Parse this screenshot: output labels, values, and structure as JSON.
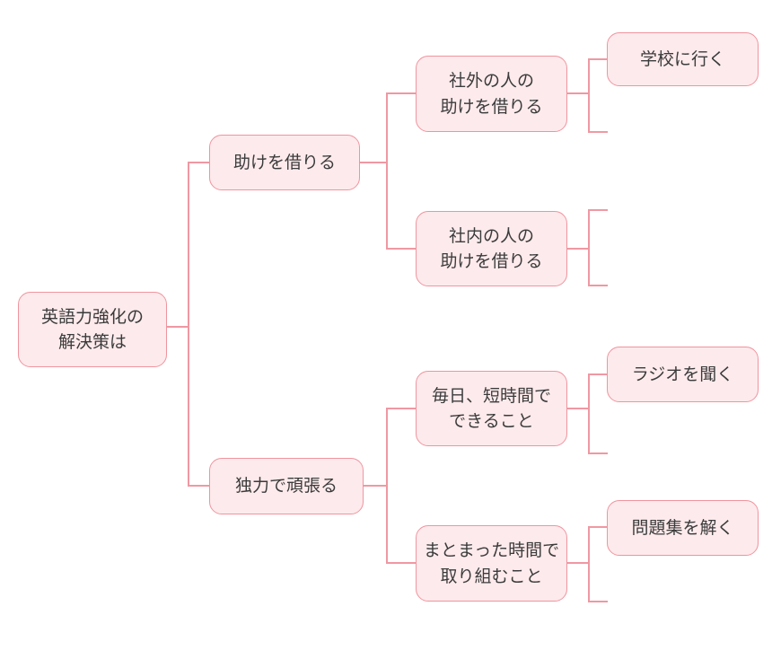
{
  "colors": {
    "background": "#ffffff",
    "node_fill": "#fdeaec",
    "node_border": "#f0949e",
    "connector": "#ef98a2",
    "text": "#3b3b3b"
  },
  "diagram_type": "logic-tree",
  "tree": {
    "label": "英語力強化の\n解決策は",
    "children": [
      {
        "label": "助けを借りる",
        "children": [
          {
            "label": "社外の人の\n助けを借りる",
            "children": [
              {
                "label": "学校に行く"
              },
              {
                "label": "",
                "empty_branch": true
              }
            ]
          },
          {
            "label": "社内の人の\n助けを借りる",
            "children": [
              {
                "label": "",
                "empty_branch": true
              },
              {
                "label": "",
                "empty_branch": true
              }
            ]
          }
        ]
      },
      {
        "label": "独力で頑張る",
        "children": [
          {
            "label": "毎日、短時間で\nできること",
            "children": [
              {
                "label": "ラジオを聞く"
              },
              {
                "label": "",
                "empty_branch": true
              }
            ]
          },
          {
            "label": "まとまった時間で\n取り組むこと",
            "children": [
              {
                "label": "問題集を解く"
              },
              {
                "label": "",
                "empty_branch": true
              }
            ]
          }
        ]
      }
    ]
  }
}
